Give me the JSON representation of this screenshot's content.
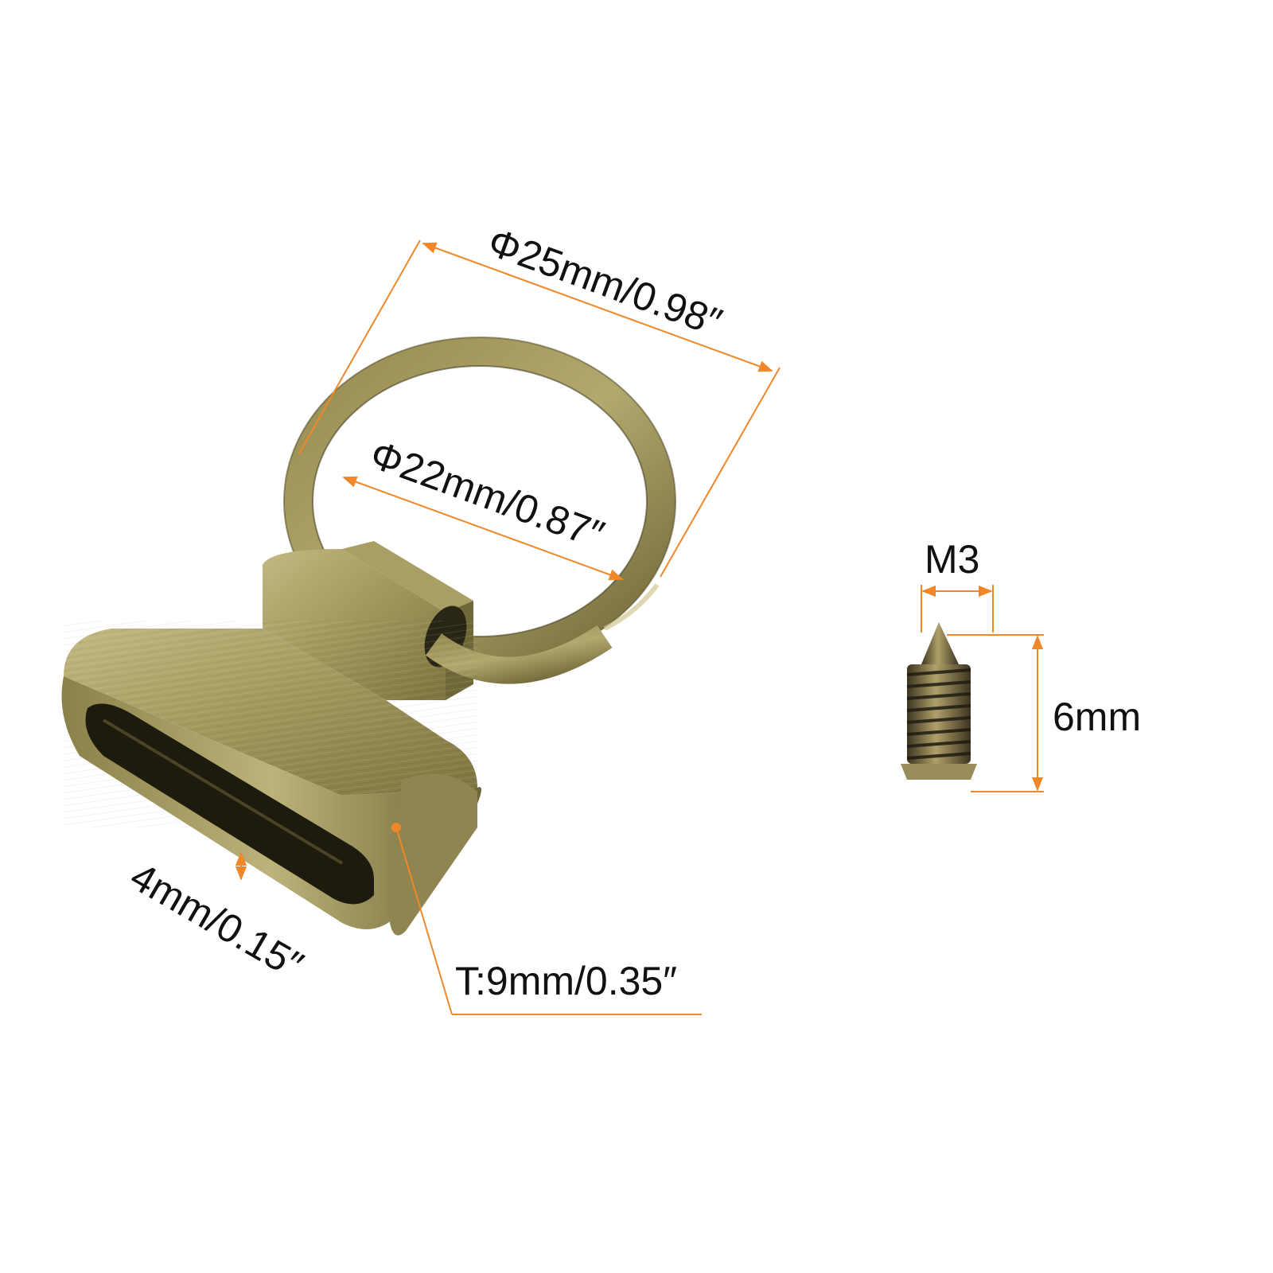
{
  "colors": {
    "dimension_line": "#f0882a",
    "label_text": "#111111",
    "metal_light": "#b9ae74",
    "metal_mid": "#9a8f55",
    "metal_dark": "#5e5530",
    "metal_shadow": "#2a2616",
    "background": "#ffffff"
  },
  "product": {
    "keyring": {
      "outer_diameter_label": "Φ25mm/0.98″",
      "inner_diameter_label": "Φ22mm/0.87″"
    },
    "strap_end": {
      "slot_height_label": "4mm/0.15″",
      "thickness_label": "T:9mm/0.35″"
    },
    "screw": {
      "thread_label": "M3",
      "length_label": "6mm"
    }
  },
  "icons": {
    "keyring": "split-key-ring",
    "strap_end": "t-bar-strap-end",
    "screw": "threaded-screw"
  }
}
